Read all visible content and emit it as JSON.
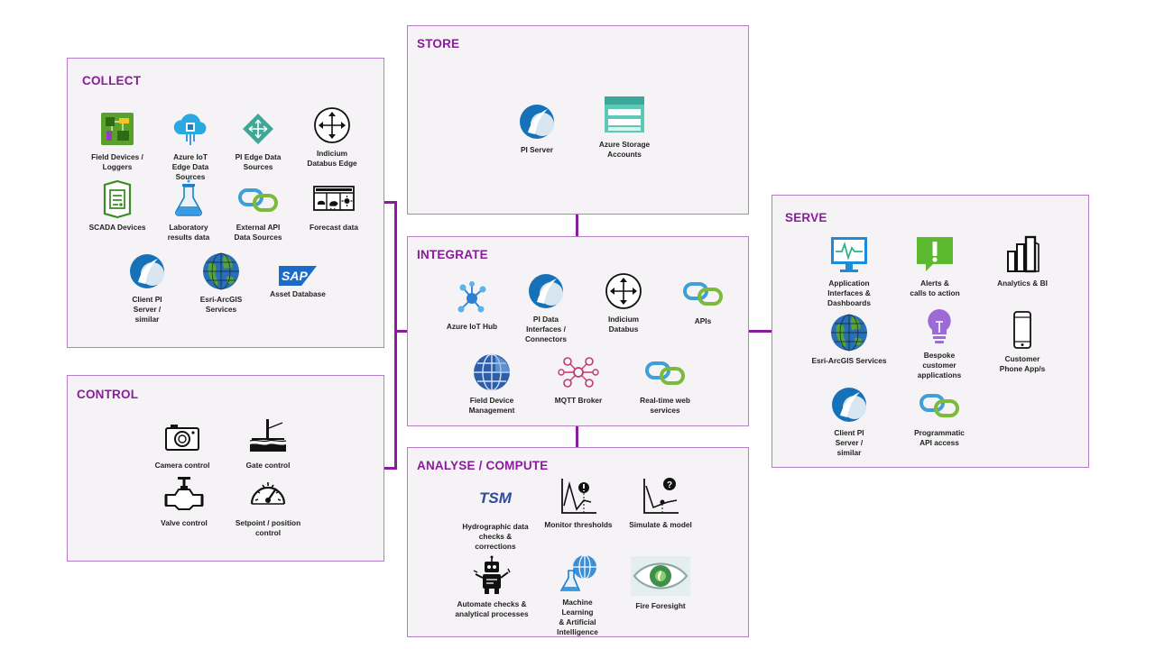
{
  "panels": {
    "collect": {
      "title": "COLLECT",
      "items": [
        "Field Devices /\nLoggers",
        "Azure IoT\nEdge Data\nSources",
        "PI Edge Data\nSources",
        "Indicium\nDatabus Edge",
        "SCADA Devices",
        "Laboratory\nresults data",
        "External API\nData Sources",
        "Forecast data",
        "Client PI\nServer /\nsimilar",
        "Esri-ArcGIS\nServices",
        "Asset Database"
      ]
    },
    "control": {
      "title": "CONTROL",
      "items": [
        "Camera control",
        "Gate control",
        "Valve control",
        "Setpoint / position\ncontrol"
      ]
    },
    "store": {
      "title": "STORE",
      "items": [
        "PI Server",
        "Azure Storage\nAccounts"
      ]
    },
    "integrate": {
      "title": "INTEGRATE",
      "items": [
        "Azure IoT Hub",
        "PI Data\nInterfaces /\nConnectors",
        "Indicium\nDatabus",
        "APIs",
        "Field Device\nManagement",
        "MQTT Broker",
        "Real-time web\nservices"
      ]
    },
    "analyse": {
      "title": "ANALYSE / COMPUTE",
      "tsm_logo": "TSM",
      "items": [
        "Hydrographic data\nchecks &\ncorrections",
        "Monitor thresholds",
        "Simulate & model",
        "Automate checks &\nanalytical processes",
        "Machine\nLearning\n& Artificial\nIntelligence",
        "Fire Foresight"
      ]
    },
    "serve": {
      "title": "SERVE",
      "items": [
        "Application\nInterfaces &\nDashboards",
        "Alerts &\ncalls to action",
        "Analytics & BI",
        "Esri-ArcGIS Services",
        "Bespoke\ncustomer\napplications",
        "Customer\nPhone App/s",
        "Client PI\nServer /\nsimilar",
        "Programmatic\nAPI access"
      ]
    }
  },
  "logos": {
    "sap": "SAP"
  },
  "colors": {
    "accent": "#8a1b9c",
    "border": "#b57dc6",
    "panel_bg": "#f6f3f6"
  }
}
